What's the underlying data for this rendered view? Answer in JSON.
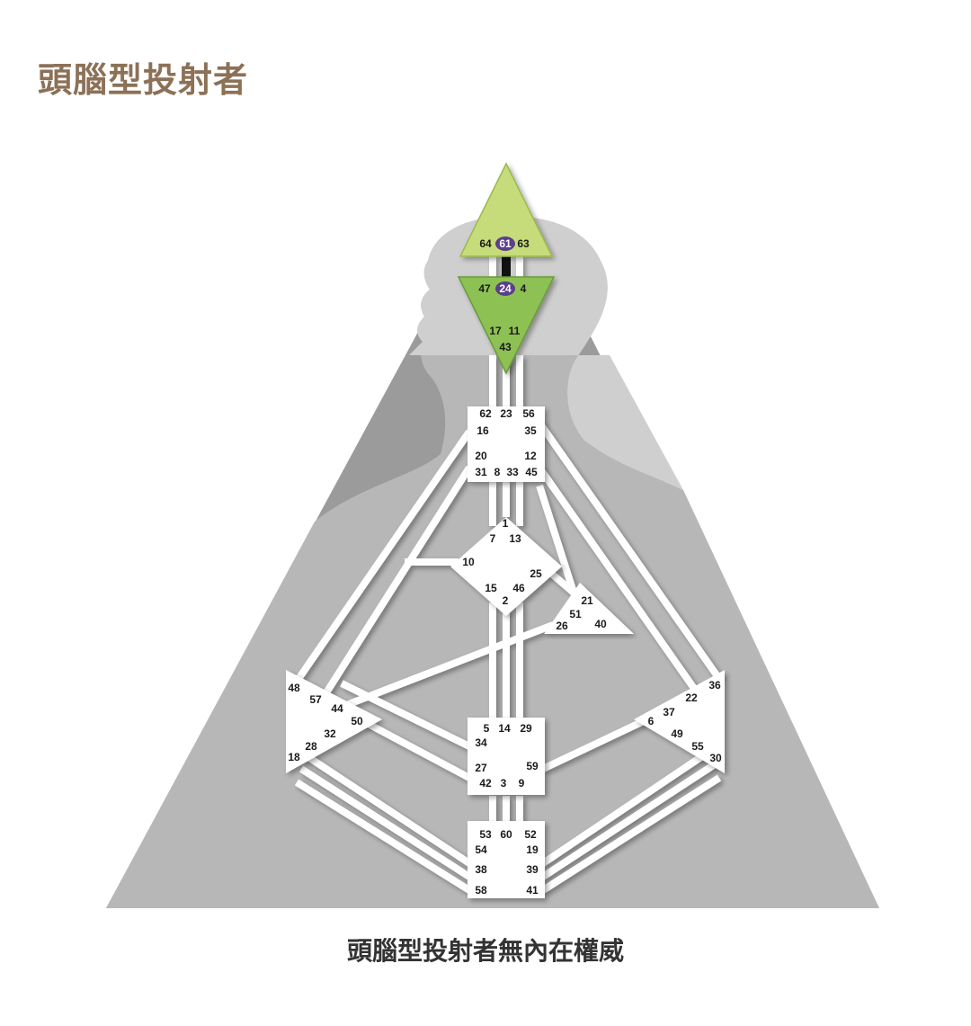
{
  "title": "頭腦型投射者",
  "caption": "頭腦型投射者無內在權威",
  "colors": {
    "head_center": "#c6dc7a",
    "ajna_center": "#8dc153",
    "highlight_gate": "#5a3f8a",
    "defined_channel": "#111111",
    "channel": "#ffffff",
    "background_triangle": "#9b9b9b",
    "silhouette": "#c8c8c8"
  },
  "centers": {
    "head": {
      "gates": [
        "64",
        "61",
        "63"
      ]
    },
    "ajna": {
      "gates": [
        "47",
        "24",
        "4",
        "17",
        "11",
        "43"
      ]
    },
    "throat": {
      "gates": [
        "62",
        "23",
        "56",
        "16",
        "35",
        "20",
        "12",
        "31",
        "8",
        "33",
        "45"
      ]
    },
    "g": {
      "gates": [
        "1",
        "7",
        "13",
        "10",
        "25",
        "15",
        "46",
        "2"
      ]
    },
    "heart": {
      "gates": [
        "21",
        "51",
        "26",
        "40"
      ]
    },
    "spleen": {
      "gates": [
        "48",
        "57",
        "44",
        "50",
        "32",
        "28",
        "18"
      ]
    },
    "solar_plexus": {
      "gates": [
        "36",
        "22",
        "37",
        "6",
        "49",
        "55",
        "30"
      ]
    },
    "sacral": {
      "gates": [
        "5",
        "14",
        "29",
        "34",
        "27",
        "59",
        "42",
        "3",
        "9"
      ]
    },
    "root": {
      "gates": [
        "53",
        "60",
        "52",
        "54",
        "19",
        "38",
        "39",
        "58",
        "41"
      ]
    }
  },
  "highlighted_gates": [
    "61",
    "24"
  ],
  "defined_channels": [
    "61-24"
  ]
}
